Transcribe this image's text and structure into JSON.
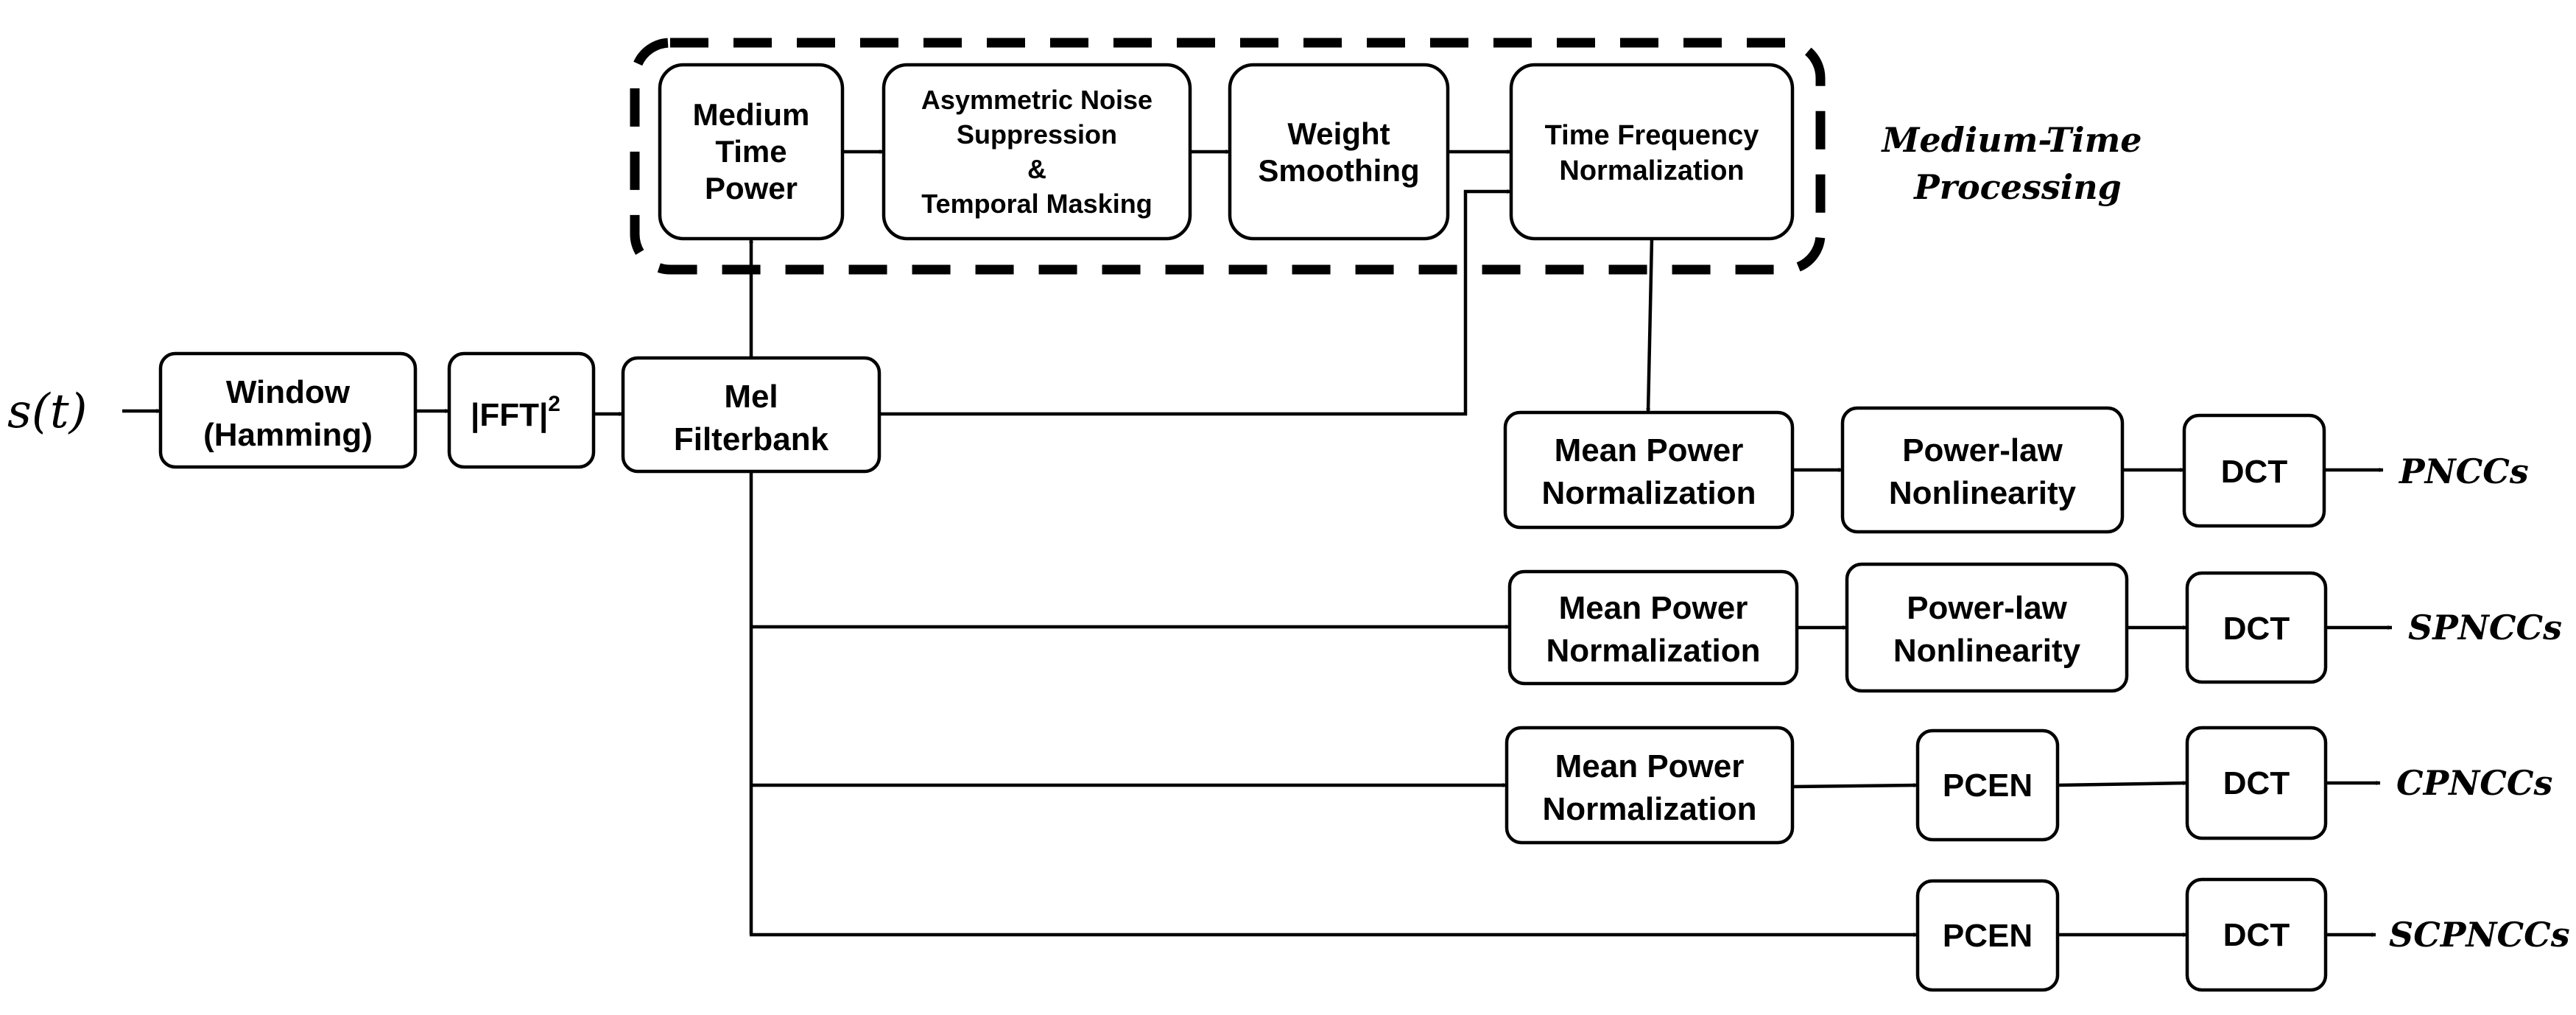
{
  "input_signal": "s(t)",
  "group": {
    "title_line1": "Medium-Time",
    "title_line2": "Processing"
  },
  "blocks": {
    "window": {
      "line1": "Window",
      "line2": "(Hamming)"
    },
    "fft": {
      "base": "|FFT|",
      "sup": "2"
    },
    "mel": {
      "line1": "Mel",
      "line2": "Filterbank"
    },
    "mtp": {
      "line1": "Medium",
      "line2": "Time",
      "line3": "Power"
    },
    "ans": {
      "line1": "Asymmetric Noise",
      "line2": "Suppression",
      "line3": "&",
      "line4": "Temporal Masking"
    },
    "ws": {
      "line1": "Weight",
      "line2": "Smoothing"
    },
    "tfn": {
      "line1": "Time Frequency",
      "line2": "Normalization"
    }
  },
  "rows": [
    {
      "mpn_line1": "Mean Power",
      "mpn_line2": "Normalization",
      "nl_line1": "Power-law",
      "nl_line2": "Nonlinearity",
      "dct": "DCT",
      "output": "PNCCs"
    },
    {
      "mpn_line1": "Mean Power",
      "mpn_line2": "Normalization",
      "nl_line1": "Power-law",
      "nl_line2": "Nonlinearity",
      "dct": "DCT",
      "output": "SPNCCs"
    },
    {
      "mpn_line1": "Mean Power",
      "mpn_line2": "Normalization",
      "pcen": "PCEN",
      "dct": "DCT",
      "output": "CPNCCs"
    },
    {
      "pcen": "PCEN",
      "dct": "DCT",
      "output": "SCPNCCs"
    }
  ]
}
